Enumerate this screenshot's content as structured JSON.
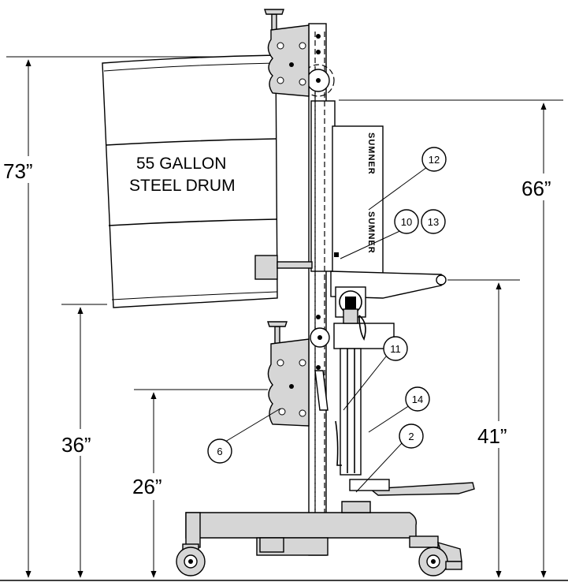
{
  "drum": {
    "line1": "55 GALLON",
    "line2": "STEEL DRUM"
  },
  "dimensions": {
    "overall_height": "73”",
    "mast_height": "66”",
    "upper_clamp_height": "36”",
    "lower_clamp_height": "26”",
    "arm_height": "41”"
  },
  "balloons": {
    "b12": "12",
    "b10": "10",
    "b13": "13",
    "b11": "11",
    "b14": "14",
    "b6": "6",
    "b2": "2"
  },
  "brand": {
    "text": "SUMNER"
  }
}
